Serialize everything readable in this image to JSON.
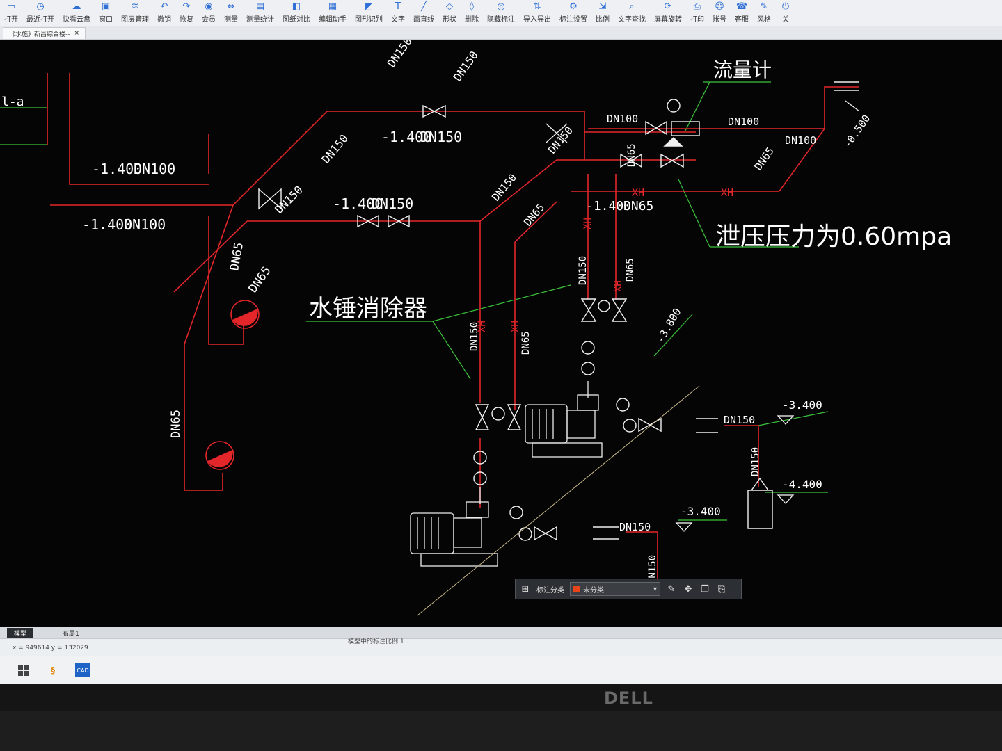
{
  "toolbar": {
    "items": [
      {
        "label": "打开",
        "icon": "folder-icon"
      },
      {
        "label": "最近打开",
        "icon": "clock-icon"
      },
      {
        "label": "快看云盘",
        "icon": "cloud-icon"
      },
      {
        "label": "窗口",
        "icon": "window-icon"
      },
      {
        "label": "图层管理",
        "icon": "layers-icon"
      },
      {
        "label": "撤销",
        "icon": "undo-icon"
      },
      {
        "label": "恢复",
        "icon": "redo-icon"
      },
      {
        "label": "会员",
        "icon": "vip-icon"
      },
      {
        "label": "测量",
        "icon": "measure-icon"
      },
      {
        "label": "测量统计",
        "icon": "measure-stats-icon"
      },
      {
        "label": "图纸对比",
        "icon": "compare-icon"
      },
      {
        "label": "编辑助手",
        "icon": "edit-assistant-icon"
      },
      {
        "label": "图形识别",
        "icon": "shape-recognize-icon"
      },
      {
        "label": "文字",
        "icon": "text-icon"
      },
      {
        "label": "画直线",
        "icon": "line-icon"
      },
      {
        "label": "形状",
        "icon": "shape-icon"
      },
      {
        "label": "删除",
        "icon": "eraser-icon"
      },
      {
        "label": "隐藏标注",
        "icon": "hide-eye-icon"
      },
      {
        "label": "导入导出",
        "icon": "import-export-icon"
      },
      {
        "label": "标注设置",
        "icon": "annotation-settings-icon"
      },
      {
        "label": "比例",
        "icon": "scale-icon"
      },
      {
        "label": "文字查找",
        "icon": "text-search-icon"
      },
      {
        "label": "屏幕旋转",
        "icon": "rotate-screen-icon"
      },
      {
        "label": "打印",
        "icon": "print-icon"
      },
      {
        "label": "账号",
        "icon": "account-icon"
      },
      {
        "label": "客服",
        "icon": "support-icon"
      },
      {
        "label": "风格",
        "icon": "style-icon"
      },
      {
        "label": "关",
        "icon": "close-icon"
      }
    ]
  },
  "document_tab": {
    "title": "《水施》新昌综合楼--",
    "close": "×"
  },
  "drawing": {
    "labels": {
      "flowmeter": "流量计",
      "relief_pressure": "泄压压力为0.60mpa",
      "water_hammer": "水锤消除器",
      "left_tag": "l-a",
      "dn150": "DN150",
      "dn100": "DN100",
      "dn65": "DN65",
      "xh": "XH",
      "elev_1400": "-1.400",
      "elev_0500": "-0.500",
      "elev_3800": "-3.800",
      "elev_3400": "-3.400",
      "elev_4400": "-4.400"
    },
    "colors": {
      "pipe": "#e3262a",
      "leader": "#3cc43c",
      "equipment": "#e9e9e9",
      "text": "#ffffff",
      "pump_body": "#e3262a"
    }
  },
  "floating_toolbar": {
    "label": "标注分类",
    "selected": "未分类",
    "swatch_color": "#e8441a"
  },
  "layout_tabs": [
    "模型",
    "布局1"
  ],
  "status": {
    "coords": "x = 949614  y = 132029",
    "scale_text": "模型中的标注比例:1"
  },
  "taskbar": {
    "app1": "CAD"
  },
  "monitor_brand": "DELL"
}
